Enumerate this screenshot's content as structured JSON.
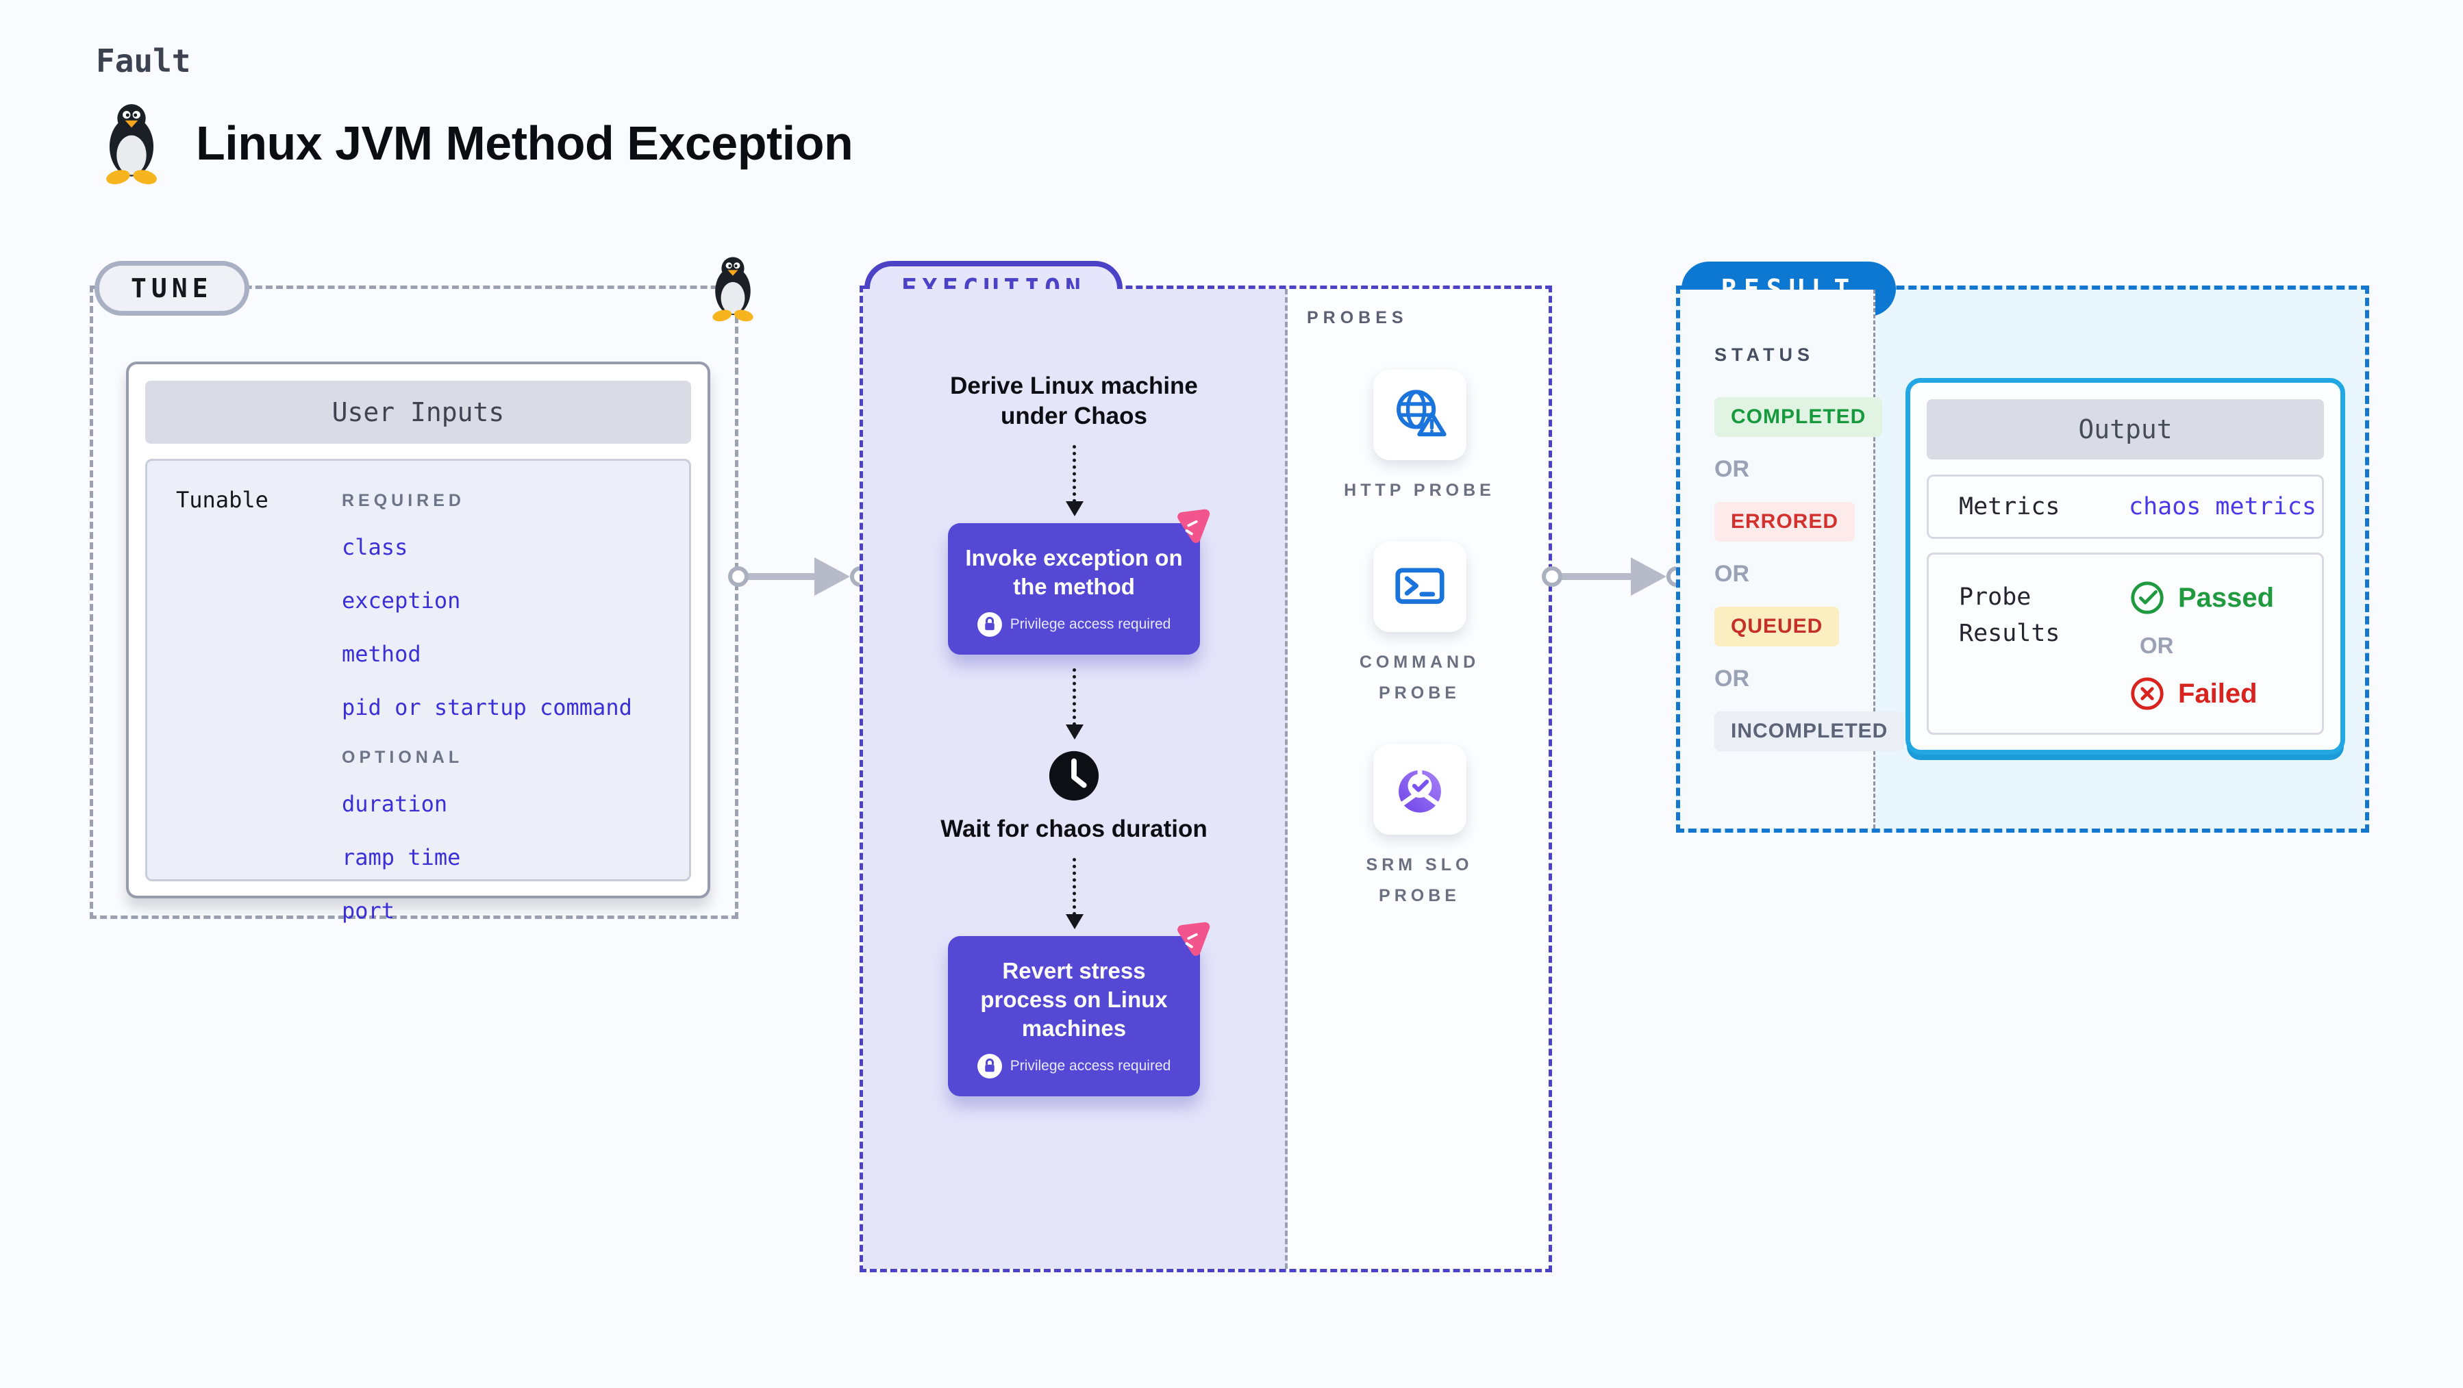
{
  "page": {
    "kicker": "Fault",
    "title": "Linux JVM Method Exception"
  },
  "tune": {
    "badge": "TUNE",
    "card_title": "User Inputs",
    "row_label": "Tunable",
    "required_label": "REQUIRED",
    "optional_label": "OPTIONAL",
    "required_items": [
      "class",
      "exception",
      "method",
      "pid or startup command"
    ],
    "optional_items": [
      "duration",
      "ramp time",
      "port"
    ]
  },
  "execution": {
    "badge": "EXECUTION",
    "steps": {
      "derive": "Derive Linux machine under Chaos",
      "invoke": "Invoke exception on the method",
      "wait": "Wait for chaos duration",
      "revert": "Revert stress process on Linux machines"
    },
    "privilege_note": "Privilege access required"
  },
  "probes": {
    "label": "PROBES",
    "items": [
      {
        "name": "HTTP PROBE",
        "icon": "globe-alert-icon"
      },
      {
        "name": "COMMAND PROBE",
        "icon": "terminal-icon"
      },
      {
        "name": "SRM SLO PROBE",
        "icon": "slo-pie-icon"
      }
    ]
  },
  "result": {
    "badge": "RESULT",
    "status_label": "STATUS",
    "or_label": "OR",
    "statuses": [
      {
        "label": "COMPLETED",
        "kind": "green"
      },
      {
        "label": "ERRORED",
        "kind": "red"
      },
      {
        "label": "QUEUED",
        "kind": "yellow"
      },
      {
        "label": "INCOMPLETED",
        "kind": "gray"
      }
    ],
    "output": {
      "title": "Output",
      "metrics_label": "Metrics",
      "metrics_value": "chaos metrics",
      "probe_results_label": "Probe Results",
      "passed": "Passed",
      "or": "OR",
      "failed": "Failed"
    }
  },
  "colors": {
    "background": "#fafbfe",
    "tune_dash": "#9ba1b0",
    "execution_accent": "#4b42c6",
    "execution_bg": "#e5e5fa",
    "node_purple": "#5448d5",
    "chaos_pink": "#f2548c",
    "result_pill_blue": "#0d78d2",
    "result_dash_blue": "#1376cf",
    "result_bg": "#e9f6fd",
    "output_border_cyan": "#23a7e2",
    "link_blue": "#3b2fd8",
    "metrics_value_blue": "#4a39e8",
    "completed_green": "#179a3d",
    "errored_red": "#d2312d",
    "queued_red": "#c62f28",
    "queued_bg": "#fbefc2",
    "incompleted_gray": "#5c6377",
    "passed_green": "#1f9a3f",
    "failed_red": "#d8231f",
    "probe_icon_blue": "#1a74db"
  }
}
